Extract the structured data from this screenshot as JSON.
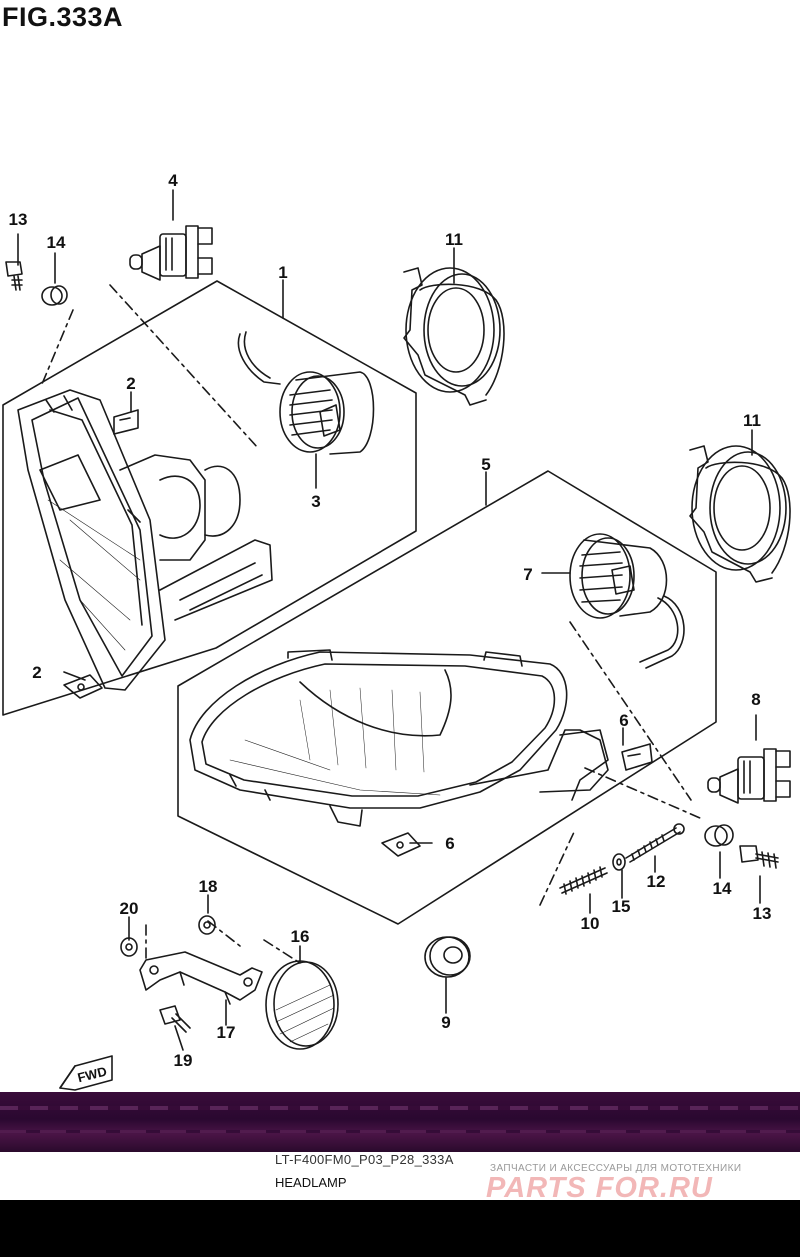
{
  "figure": {
    "title": "FIG.333A",
    "model_code": "LT-F400FM0_P03_P28_333A",
    "section_name": "HEADLAMP",
    "direction_marker": "FWD"
  },
  "callouts": [
    "1",
    "2",
    "3",
    "4",
    "5",
    "6",
    "7",
    "8",
    "9",
    "10",
    "11",
    "12",
    "13",
    "14",
    "15",
    "16",
    "17",
    "18",
    "19",
    "20"
  ],
  "watermark": {
    "subtitle": "ЗАПЧАСТИ И АКСЕССУАРЫ ДЛЯ МОТОТЕХНИКИ",
    "logo": "PARTS FOR.RU",
    "logo_color": "#f2b7b7"
  },
  "colors": {
    "line": "#1a1a1a",
    "band": "#2a0830"
  }
}
